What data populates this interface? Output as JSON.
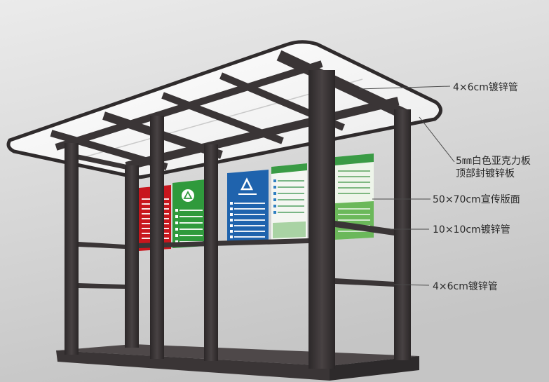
{
  "annotations": {
    "top_beam": "4×6cm镀锌管",
    "roof_line1": "5㎜白色亚克力板",
    "roof_line2": "顶部封镀锌板",
    "panel": "50×70cm宣传版面",
    "post": "10×10cm镀锌管",
    "rail": "4×6cm镀锌管"
  },
  "colors": {
    "frame": "#3a3536",
    "roof": "#f7f7f7",
    "panel_red": "#c8161d",
    "panel_green": "#2f9a3c",
    "panel_blue": "#1f63ad",
    "panel_white": "#f4f6f2",
    "background": "#d4d4d4"
  }
}
